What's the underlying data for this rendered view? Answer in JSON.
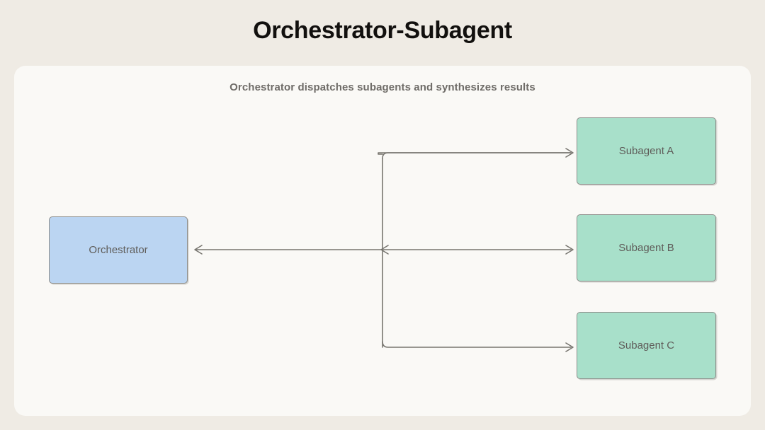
{
  "page": {
    "title": "Orchestrator-Subagent",
    "background_color": "#efebe4",
    "card_color": "#faf9f6"
  },
  "diagram": {
    "subtitle": "Orchestrator dispatches subagents and synthesizes results",
    "nodes": [
      {
        "id": "orchestrator",
        "label": "Orchestrator",
        "color": "#bbd5f2",
        "border_color": "#8d8d8a"
      },
      {
        "id": "subagent-a",
        "label": "Subagent A",
        "color": "#a8e0ca",
        "border_color": "#8d8d8a"
      },
      {
        "id": "subagent-b",
        "label": "Subagent B",
        "color": "#a8e0ca",
        "border_color": "#8d8d8a"
      },
      {
        "id": "subagent-c",
        "label": "Subagent C",
        "color": "#a8e0ca",
        "border_color": "#8d8d8a"
      }
    ],
    "edges": [
      {
        "id": "dispatch-a",
        "from": "orchestrator",
        "to": "subagent-a",
        "direction": "forward"
      },
      {
        "id": "dispatch-b",
        "from": "orchestrator",
        "to": "subagent-b",
        "direction": "forward"
      },
      {
        "id": "dispatch-c",
        "from": "orchestrator",
        "to": "subagent-c",
        "direction": "forward"
      },
      {
        "id": "results-return",
        "from": "subagents",
        "to": "orchestrator",
        "direction": "backward"
      }
    ],
    "edge_color": "#77756f"
  }
}
